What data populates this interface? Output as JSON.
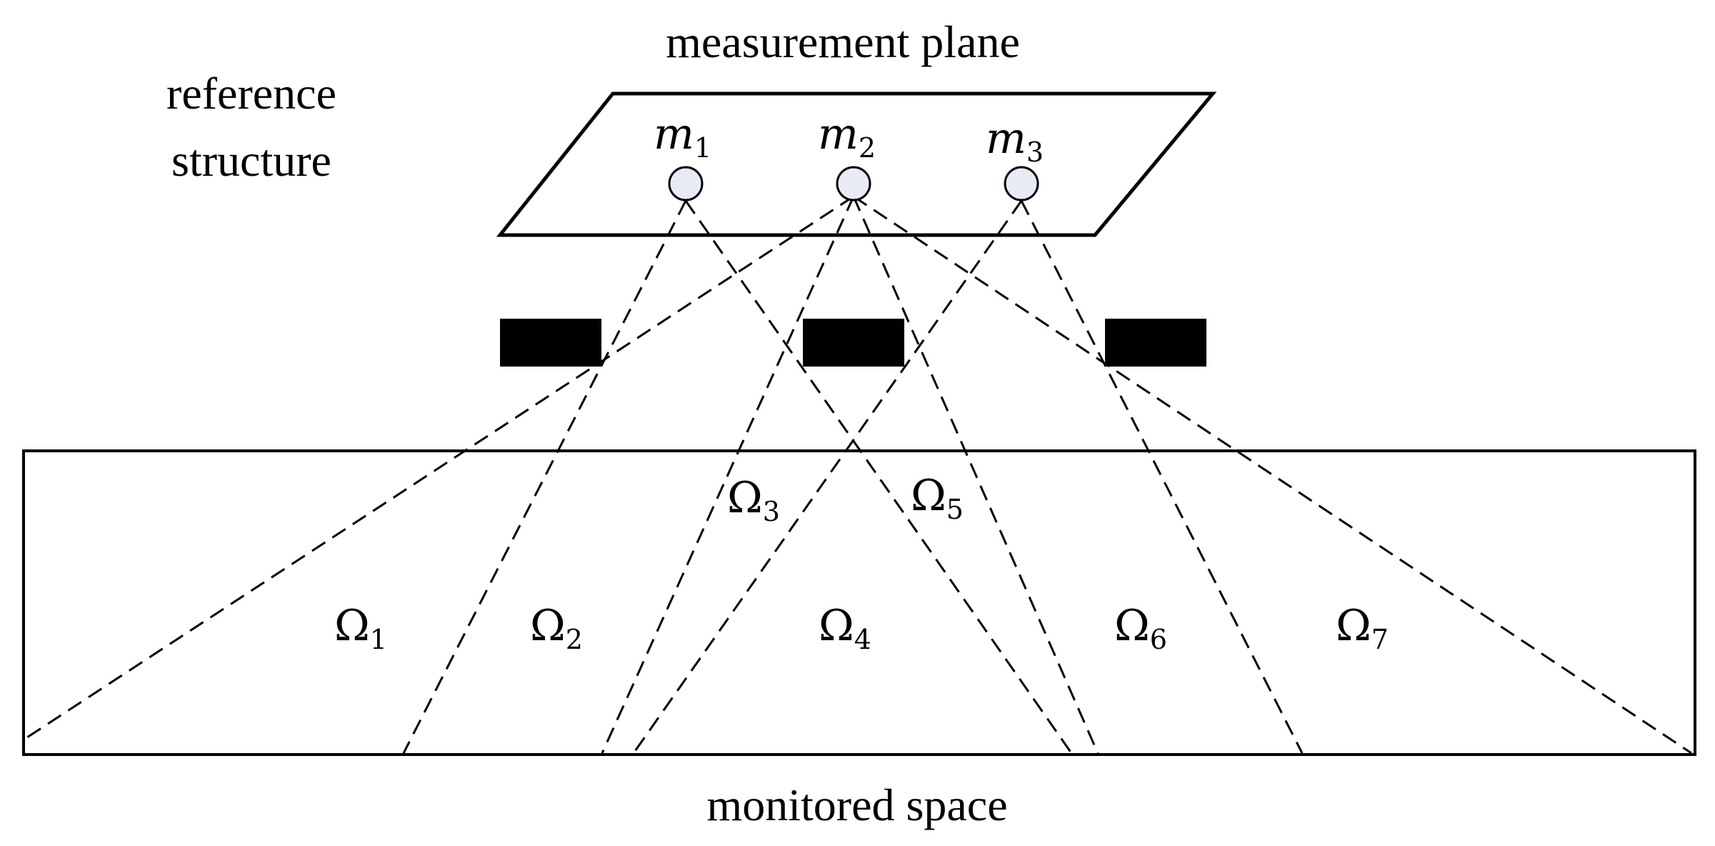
{
  "labels": {
    "measurement_plane": "measurement plane",
    "reference_structure_line1": "reference",
    "reference_structure_line2": "structure",
    "monitored_space": "monitored space"
  },
  "sensors": [
    {
      "symbol": "m",
      "index": "1"
    },
    {
      "symbol": "m",
      "index": "2"
    },
    {
      "symbol": "m",
      "index": "3"
    }
  ],
  "regions": [
    {
      "symbol": "Ω",
      "index": "1"
    },
    {
      "symbol": "Ω",
      "index": "2"
    },
    {
      "symbol": "Ω",
      "index": "3"
    },
    {
      "symbol": "Ω",
      "index": "4"
    },
    {
      "symbol": "Ω",
      "index": "5"
    },
    {
      "symbol": "Ω",
      "index": "6"
    },
    {
      "symbol": "Ω",
      "index": "7"
    }
  ],
  "colors": {
    "stroke": "#000000",
    "sensor_fill": "#e8ebf5",
    "block_fill": "#000000",
    "background": "#ffffff"
  }
}
